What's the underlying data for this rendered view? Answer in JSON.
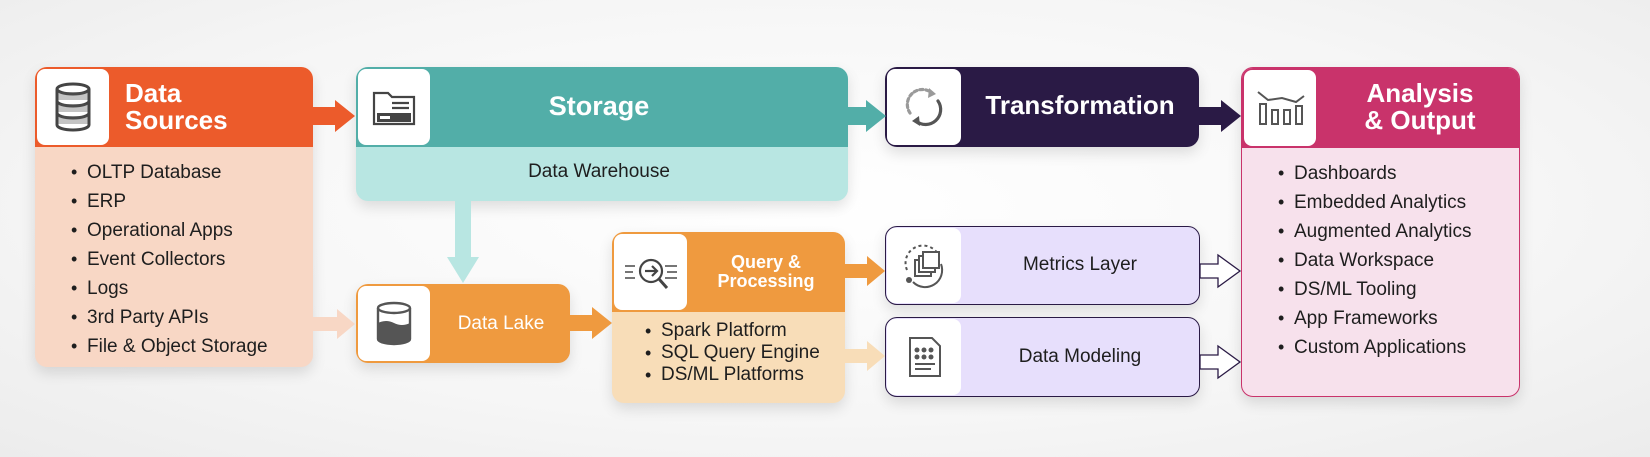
{
  "colors": {
    "data_sources_header": "#ec5b2b",
    "data_sources_body": "#f8d7c5",
    "storage_header": "#52aea8",
    "storage_body": "#b8e6e2",
    "transformation_header": "#2a1a45",
    "analysis_header": "#c9336b",
    "analysis_body": "#f7e1ec",
    "lake_query": "#ef9a3f",
    "query_body": "#f8ddb8",
    "lilac": "#e7dffc"
  },
  "data_sources": {
    "title_line1": "Data",
    "title_line2": "Sources",
    "icon": "database-icon",
    "items": [
      "OLTP Database",
      "ERP",
      "Operational Apps",
      "Event Collectors",
      "Logs",
      "3rd Party APIs",
      "File & Object Storage"
    ]
  },
  "storage": {
    "title": "Storage",
    "icon": "folder-icon",
    "subtitle": "Data Warehouse"
  },
  "transformation": {
    "title": "Transformation",
    "icon": "refresh-cycle-icon"
  },
  "analysis": {
    "title_line1": "Analysis",
    "title_line2": "& Output",
    "icon": "bar-chart-icon",
    "items": [
      "Dashboards",
      "Embedded Analytics",
      "Augmented Analytics",
      "Data Workspace",
      "DS/ML Tooling",
      "App Frameworks",
      "Custom Applications"
    ]
  },
  "data_lake": {
    "title": "Data Lake",
    "icon": "bucket-icon"
  },
  "query": {
    "title_line1": "Query &",
    "title_line2": "Processing",
    "icon": "search-arrow-icon",
    "items": [
      "Spark Platform",
      "SQL Query Engine",
      "DS/ML Platforms"
    ]
  },
  "metrics": {
    "title": "Metrics Layer",
    "icon": "layers-refresh-icon"
  },
  "modeling": {
    "title": "Data Modeling",
    "icon": "document-icon"
  }
}
